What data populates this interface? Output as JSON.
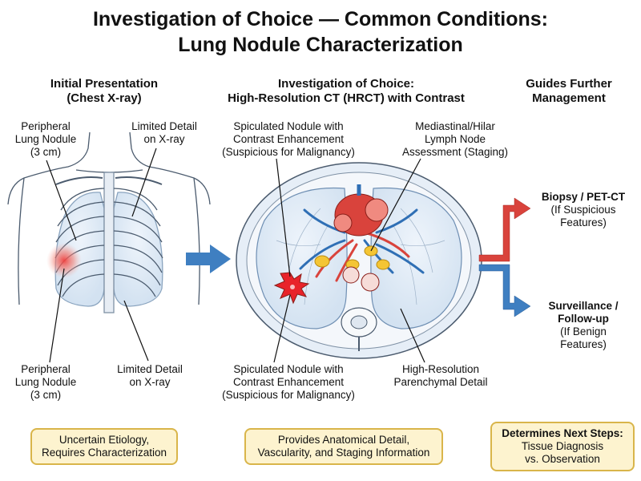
{
  "title": {
    "line1": "Investigation of Choice — Common Conditions:",
    "line2": "Lung Nodule Characterization"
  },
  "columns": {
    "left": {
      "line1": "Initial Presentation",
      "line2": "(Chest X-ray)"
    },
    "middle": {
      "line1": "Investigation of Choice:",
      "line2": "High-Resolution CT (HRCT) with Contrast"
    },
    "right": {
      "line1": "Guides Further",
      "line2": "Management"
    }
  },
  "xray_labels": {
    "top_left": [
      "Peripheral",
      "Lung Nodule",
      "(3 cm)"
    ],
    "top_right": [
      "Limited Detail",
      "on X-ray"
    ],
    "bottom_left": [
      "Peripheral",
      "Lung Nodule",
      "(3 cm)"
    ],
    "bottom_right": [
      "Limited Detail",
      "on X-ray"
    ]
  },
  "ct_labels": {
    "top_left": [
      "Spiculated Nodule with",
      "Contrast Enhancement",
      "(Suspicious for Malignancy)"
    ],
    "top_right": [
      "Mediastinal/Hilar",
      "Lymph Node",
      "Assessment (Staging)"
    ],
    "bottom_left": [
      "Spiculated Nodule with",
      "Contrast Enhancement",
      "(Suspicious for Malignancy)"
    ],
    "bottom_right": [
      "High-Resolution",
      "Parenchymal Detail"
    ]
  },
  "outcomes": {
    "upper": {
      "bold": "Biopsy / PET-CT",
      "lines": [
        "(If Suspicious",
        "Features)"
      ]
    },
    "lower": {
      "bold": [
        "Surveillance /",
        "Follow-up"
      ],
      "lines": [
        "(If Benign",
        "Features)"
      ]
    }
  },
  "boxes": {
    "left": [
      "Uncertain Etiology,",
      "Requires Characterization"
    ],
    "middle": [
      "Provides Anatomical Detail,",
      "Vascularity, and Staging Information"
    ],
    "right": {
      "bold": "Determines Next Steps:",
      "lines": [
        "Tissue Diagnosis",
        "vs. Observation"
      ]
    }
  },
  "colors": {
    "arrow_blue": "#3f7fc1",
    "arrow_red": "#d9433c",
    "box_fill": "#fdf3cf",
    "box_border": "#d9b54a",
    "nodule_red": "#e8232a",
    "lymph_node": "#f4c534"
  }
}
